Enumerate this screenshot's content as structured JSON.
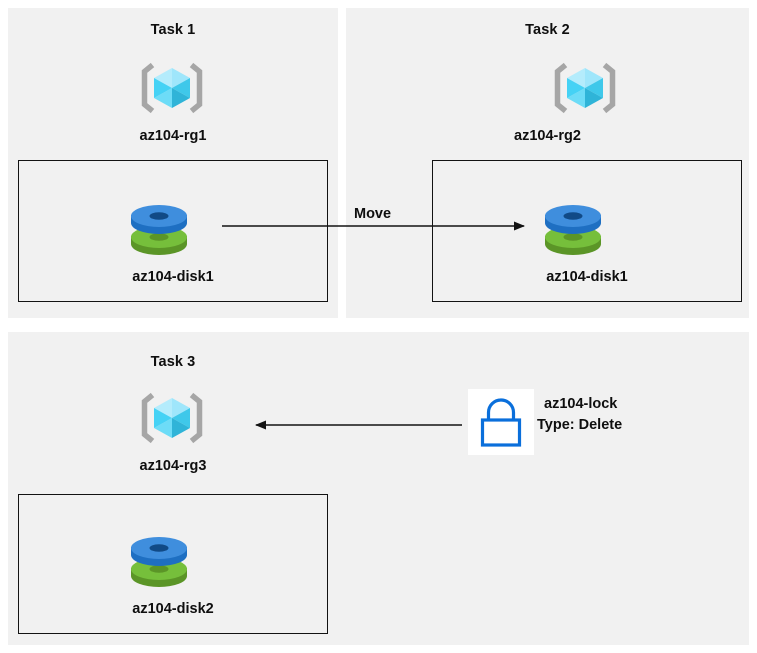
{
  "diagram": {
    "title": "Azure resource group tasks diagram",
    "background": "#ffffff",
    "panel_fill": "#f1f1f1",
    "box_border": "#131313",
    "arrow_color": "#131313"
  },
  "icons": {
    "resource_group": "resource-group-icon",
    "disk": "managed-disk-icon",
    "lock": "lock-icon"
  },
  "colors": {
    "cube_light": "#9fe6fb",
    "cube_mid": "#45d2f5",
    "cube_dark": "#2fb4d8",
    "bracket": "#a6a6a6",
    "disk_blue_top": "#3f8edd",
    "disk_blue_side": "#1e6fc2",
    "disk_green_top": "#76bf3b",
    "disk_green_side": "#5b9527",
    "lock_blue": "#0a6fdb"
  },
  "panels": [
    {
      "id": "task1",
      "title": "Task 1",
      "resource_group": "az104-rg1",
      "resource_box": {
        "resource": "az104-disk1"
      }
    },
    {
      "id": "task2",
      "title": "Task 2",
      "resource_group": "az104-rg2",
      "resource_box": {
        "resource": "az104-disk1"
      }
    },
    {
      "id": "task3",
      "title": "Task 3",
      "resource_group": "az104-rg3",
      "resource_box": {
        "resource": "az104-disk2"
      }
    }
  ],
  "connectors": {
    "move": {
      "label": "Move",
      "direction": "right",
      "from": "az104-disk1 in az104-rg1",
      "to": "az104-rg2"
    },
    "lock_apply": {
      "label": "",
      "direction": "left",
      "from": "az104-lock",
      "to": "az104-rg3"
    }
  },
  "lock": {
    "name": "az104-lock",
    "type_line": "Type: Delete"
  }
}
